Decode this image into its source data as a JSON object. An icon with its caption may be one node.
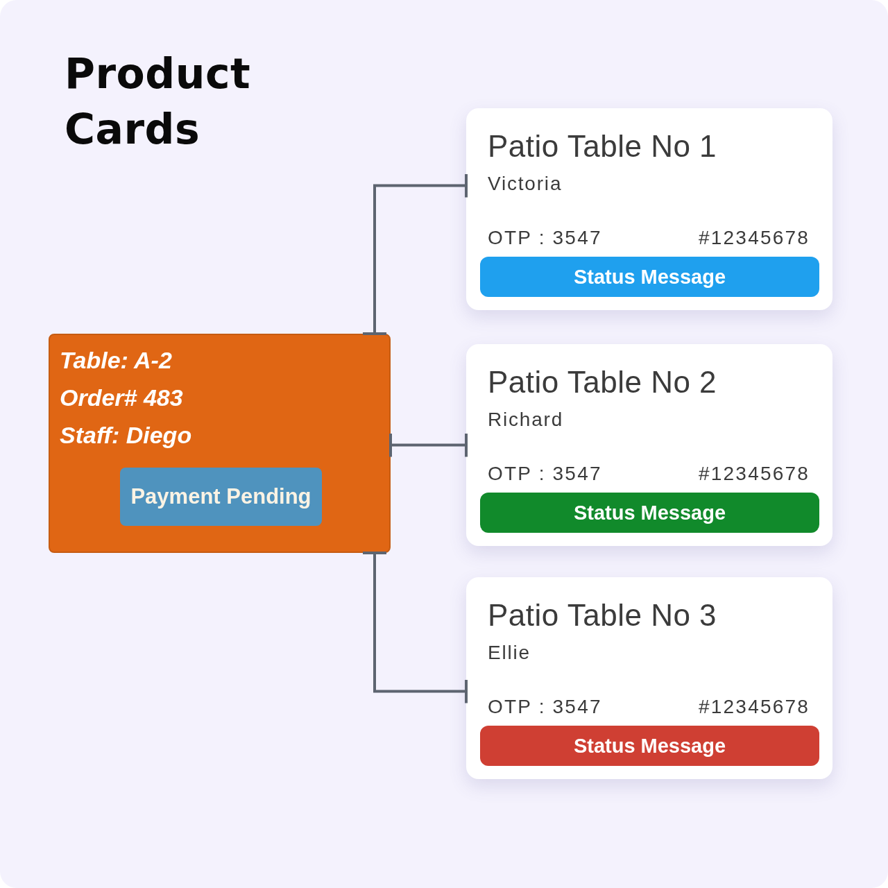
{
  "diagram": {
    "title": "Product Cards",
    "nodes": [
      {
        "text": [
          "Table: A-2",
          "Order# 483",
          "Staff: Diego"
        ]
      },
      {
        "text": [
          "Payment Pending"
        ],
        "in": 0
      },
      {
        "text": [
          "Patio Table No 1",
          "Victoria",
          "OTP : 3547",
          "#12345678"
        ]
      },
      {
        "text": [
          "Status Message"
        ],
        "in": 2
      },
      {
        "text": [
          "Patio Table No 2",
          "Richard",
          "OTP : 3547",
          "#12345678"
        ]
      },
      {
        "text": [
          "Status Message"
        ],
        "in": 4
      },
      {
        "text": [
          "Patio Table No 3",
          "Ellie",
          "OTP : 3547",
          "#12345678"
        ]
      },
      {
        "text": [
          "Status Message"
        ],
        "in": 6
      }
    ],
    "edges": [
      {
        "from": 0,
        "to": 2,
        "arrow": "other"
      },
      {
        "from": 0,
        "to": 4,
        "arrow": "other"
      },
      {
        "from": 0,
        "to": 6,
        "arrow": "other"
      }
    ]
  }
}
